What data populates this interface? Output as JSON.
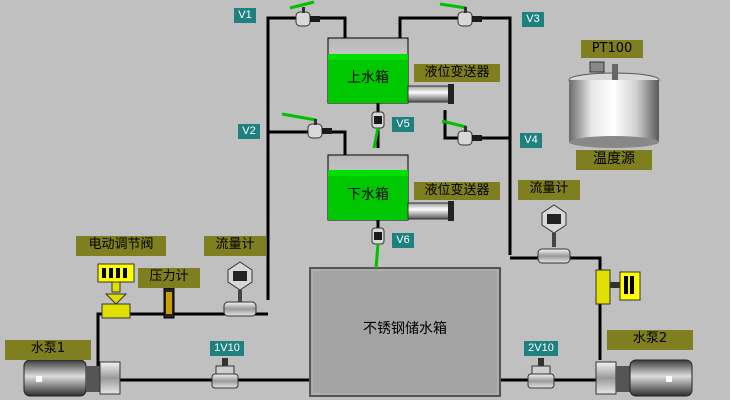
{
  "tanks": {
    "upper": "上水箱",
    "lower": "下水箱",
    "storage": "不锈钢储水箱",
    "temperature_source": "温度源"
  },
  "instruments": {
    "level_transmitter_upper": "液位变送器",
    "level_transmitter_lower": "液位变送器",
    "flow_meter_left": "流量计",
    "flow_meter_right": "流量计",
    "pressure_gauge": "压力计",
    "electric_valve": "电动调节阀",
    "temperature_sensor": "PT100"
  },
  "pumps": {
    "pump1": "水泵1",
    "pump2": "水泵2"
  },
  "valves": {
    "v1": "V1",
    "v2": "V2",
    "v3": "V3",
    "v4": "V4",
    "v5": "V5",
    "v6": "V6",
    "v1_10": "1V10",
    "v2_10": "2V10"
  },
  "colors": {
    "water": "#00e000",
    "label_olive": "#7f7f1f",
    "label_teal": "#1f8080",
    "pipe": "#000000",
    "background": "#c0c0c0"
  }
}
